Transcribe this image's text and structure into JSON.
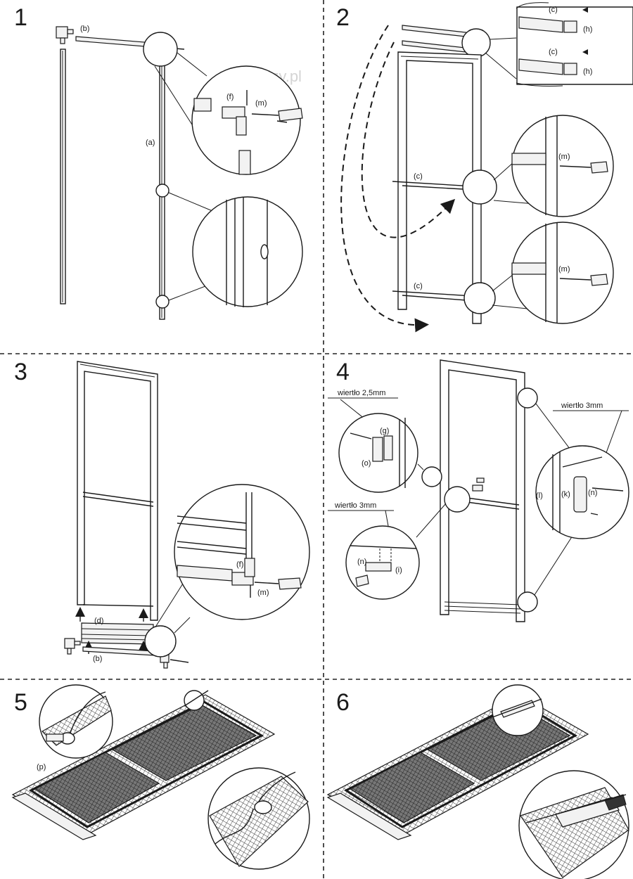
{
  "watermark": "e-markizy.pl",
  "steps": [
    {
      "number": "1",
      "labels": {
        "b": "(b)",
        "a": "(a)",
        "f": "(f)",
        "m": "(m)"
      }
    },
    {
      "number": "2",
      "labels": {
        "c_top1": "(c)",
        "c_top2": "(c)",
        "h1": "(h)",
        "h2": "(h)",
        "c_mid": "(c)",
        "c_bottom": "(c)",
        "m1": "(m)",
        "m2": "(m)"
      }
    },
    {
      "number": "3",
      "labels": {
        "d": "(d)",
        "b": "(b)",
        "f": "(f)",
        "m": "(m)"
      }
    },
    {
      "number": "4",
      "labels": {
        "drill_25": "wiertło 2,5mm",
        "drill_3a": "wiertło 3mm",
        "drill_3b": "wiertło 3mm",
        "g": "(g)",
        "o": "(o)",
        "k": "(k)",
        "n1": "(n)",
        "n2": "(n)",
        "l": "(l)",
        "i": "(i)"
      }
    },
    {
      "number": "5",
      "labels": {
        "p": "(p)"
      }
    },
    {
      "number": "6",
      "labels": {}
    }
  ]
}
